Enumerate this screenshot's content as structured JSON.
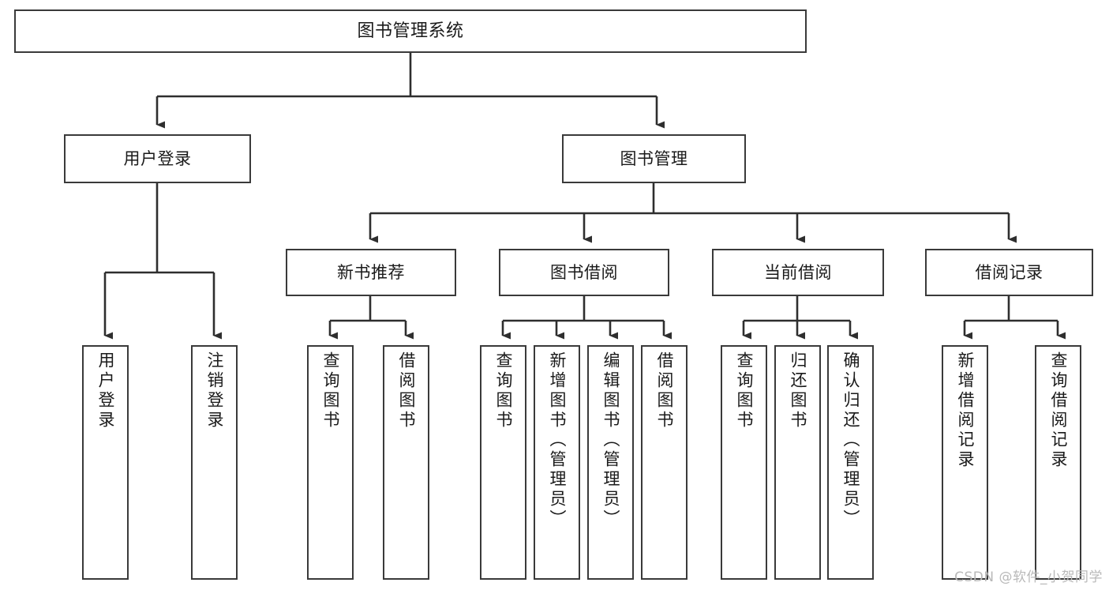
{
  "diagram": {
    "title": "图书管理系统",
    "type": "tree-hierarchy",
    "root": {
      "label": "图书管理系统"
    },
    "level1": [
      {
        "label": "用户登录"
      },
      {
        "label": "图书管理"
      }
    ],
    "level2": [
      {
        "label": "新书推荐"
      },
      {
        "label": "图书借阅"
      },
      {
        "label": "当前借阅"
      },
      {
        "label": "借阅记录"
      }
    ],
    "leaves": {
      "user_login": [
        {
          "label": "用户登录"
        },
        {
          "label": "注销登录"
        }
      ],
      "new_book_recommend": [
        {
          "label": "查询图书"
        },
        {
          "label": "借阅图书"
        }
      ],
      "book_borrow": [
        {
          "label": "查询图书"
        },
        {
          "label": "新增图书（管理员）"
        },
        {
          "label": "编辑图书（管理员）"
        },
        {
          "label": "借阅图书"
        }
      ],
      "current_borrow": [
        {
          "label": "查询图书"
        },
        {
          "label": "归还图书"
        },
        {
          "label": "确认归还（管理员）"
        }
      ],
      "borrow_record": [
        {
          "label": "新增借阅记录"
        },
        {
          "label": "查询借阅记录"
        }
      ]
    }
  },
  "watermark": {
    "text": "CSDN @软件_小贺同学"
  },
  "colors": {
    "border": "#3a3a3a",
    "text": "#1a1a1a",
    "background": "#ffffff",
    "watermark": "#b9b9b9"
  }
}
